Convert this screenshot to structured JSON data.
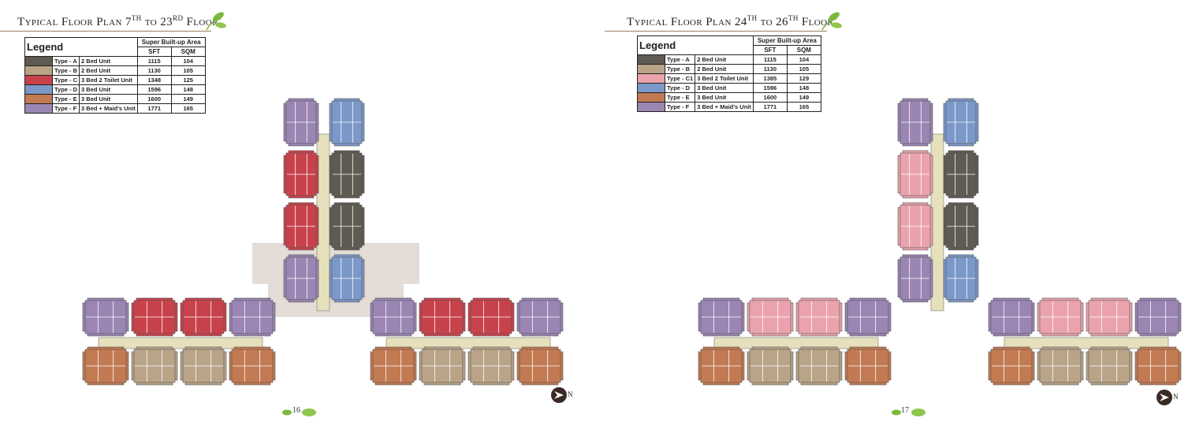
{
  "colors": {
    "type_a": "#5f5a52",
    "type_b": "#b9a488",
    "type_c": "#c8424c",
    "type_c1": "#eaa3ad",
    "type_d": "#7b98c8",
    "type_e": "#c27a52",
    "type_f": "#9a85b3",
    "leaf": "#7cb83e",
    "corridor": "#e6e0bc",
    "podium": "#e3dcd7"
  },
  "left_page": {
    "title_main": "Typical Floor Plan 7",
    "title_sup1": "TH",
    "title_mid": " to 23",
    "title_sup2": "RD",
    "title_end": " Floor",
    "legend": {
      "label": "Legend",
      "header": "Super Built-up Area",
      "col_sft": "SFT",
      "col_sqm": "SQM",
      "rows": [
        {
          "type": "Type - A",
          "desc": "2 Bed Unit",
          "sft": "1115",
          "sqm": "104",
          "color_key": "type_a"
        },
        {
          "type": "Type - B",
          "desc": "2 Bed Unit",
          "sft": "1130",
          "sqm": "105",
          "color_key": "type_b"
        },
        {
          "type": "Type - C",
          "desc": "3 Bed 2 Toilet Unit",
          "sft": "1348",
          "sqm": "125",
          "color_key": "type_c"
        },
        {
          "type": "Type - D",
          "desc": "3 Bed Unit",
          "sft": "1596",
          "sqm": "148",
          "color_key": "type_d"
        },
        {
          "type": "Type - E",
          "desc": "3 Bed Unit",
          "sft": "1600",
          "sqm": "149",
          "color_key": "type_e"
        },
        {
          "type": "Type - F",
          "desc": "3 Bed + Maid's Unit",
          "sft": "1771",
          "sqm": "165",
          "color_key": "type_f"
        }
      ]
    },
    "page_number": "16",
    "north_label": "N"
  },
  "right_page": {
    "title_main": "Typical Floor Plan 24",
    "title_sup1": "TH",
    "title_mid": " to 26",
    "title_sup2": "TH",
    "title_end": " Floor",
    "legend": {
      "label": "Legend",
      "header": "Super Built-up Area",
      "col_sft": "SFT",
      "col_sqm": "SQM",
      "rows": [
        {
          "type": "Type - A",
          "desc": "2 Bed Unit",
          "sft": "1115",
          "sqm": "104",
          "color_key": "type_a"
        },
        {
          "type": "Type - B",
          "desc": "2 Bed Unit",
          "sft": "1130",
          "sqm": "105",
          "color_key": "type_b"
        },
        {
          "type": "Type - C1",
          "desc": "3 Bed 2 Toilet Unit",
          "sft": "1385",
          "sqm": "129",
          "color_key": "type_c1"
        },
        {
          "type": "Type - D",
          "desc": "3 Bed Unit",
          "sft": "1596",
          "sqm": "148",
          "color_key": "type_d"
        },
        {
          "type": "Type - E",
          "desc": "3 Bed Unit",
          "sft": "1600",
          "sqm": "149",
          "color_key": "type_e"
        },
        {
          "type": "Type - F",
          "desc": "3 Bed + Maid's Unit",
          "sft": "1771",
          "sqm": "165",
          "color_key": "type_f"
        }
      ]
    },
    "page_number": "17",
    "north_label": "N"
  },
  "icons": [
    "leaf-icon",
    "north-arrow-icon"
  ]
}
